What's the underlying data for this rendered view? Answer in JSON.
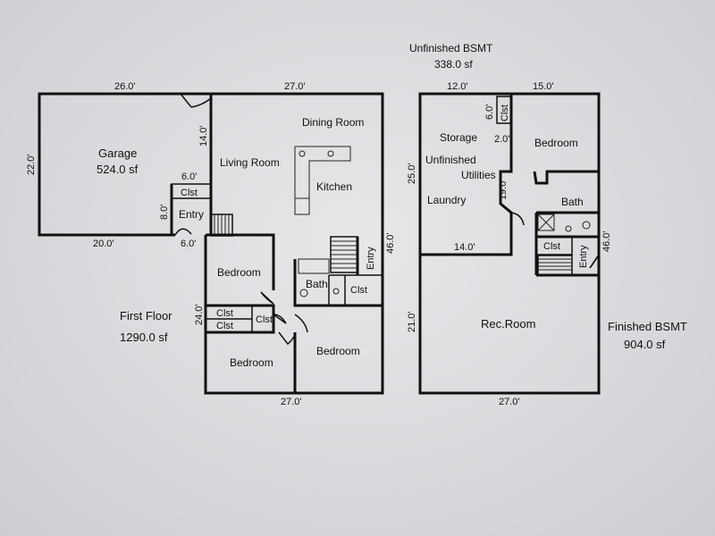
{
  "first_floor": {
    "caption": "First Floor",
    "area": "1290.0 sf",
    "rooms": {
      "garage": "Garage",
      "garage_area": "524.0 sf",
      "living_room": "Living Room",
      "dining_room": "Dining Room",
      "kitchen": "Kitchen",
      "closet_entry": "Clst",
      "entry": "Entry",
      "bedroom_a": "Bedroom",
      "bedroom_b": "Bedroom",
      "bedroom_c": "Bedroom",
      "bath": "Bath",
      "closet_bath": "Clst",
      "closet_1": "Clst",
      "closet_2": "Clst",
      "closet_3": "Clst",
      "entry_vertical": "Entry"
    },
    "dimensions": {
      "garage_top": "26.0'",
      "garage_left": "22.0'",
      "garage_bottom": "20.0'",
      "garage_wall": "14.0'",
      "closet_width": "6.0'",
      "entry_height": "8.0'",
      "entry_width": "6.0'",
      "house_top": "27.0'",
      "house_right": "46.0'",
      "house_left": "24.0'",
      "house_bottom": "27.0'"
    }
  },
  "basement": {
    "unfinished_caption": "Unfinished BSMT",
    "unfinished_area": "338.0 sf",
    "finished_caption": "Finished BSMT",
    "finished_area": "904.0 sf",
    "rooms": {
      "storage": "Storage",
      "unfinished": "Unfinished",
      "utilities": "Utilities",
      "laundry": "Laundry",
      "bedroom": "Bedroom",
      "bath": "Bath",
      "closet": "Clst",
      "closet_small": "Clst",
      "entry": "Entry",
      "rec_room": "Rec.Room"
    },
    "dimensions": {
      "top_left": "12.0'",
      "top_right": "15.0'",
      "small_vert": "6.0'",
      "small_horz": "2.0'",
      "left": "25.0'",
      "inner_vert": "19.0'",
      "laundry_bottom": "14.0'",
      "right": "46.0'",
      "rec_left": "21.0'",
      "bottom": "27.0'"
    }
  }
}
